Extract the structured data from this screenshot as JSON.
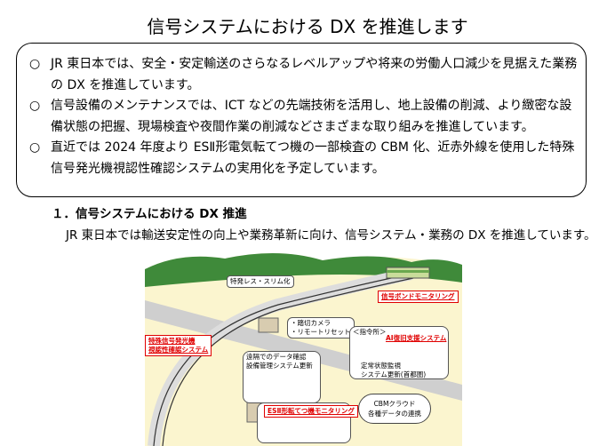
{
  "title": "信号システムにおける DX を推進します",
  "bullets": [
    {
      "mark": "○",
      "text": "JR 東日本では、安全・安定輸送のさらなるレベルアップや将来の労働人口減少を見据えた業務の DX を推進しています。"
    },
    {
      "mark": "○",
      "text": "信号設備のメンテナンスでは、ICT などの先端技術を活用し、地上設備の削減、より緻密な設備状態の把握、現場検査や夜間作業の削減などさまざまな取り組みを推進しています。"
    },
    {
      "mark": "○",
      "text": "直近では 2024 年度より ESⅡ形電気転てつ機の一部検査の CBM 化、近赤外線を使用した特殊信号発光機視認性確認システムの実用化を予定しています。"
    }
  ],
  "section": {
    "heading": "１．信号システムにおける DX 推進",
    "body": "JR 東日本では輸送安定性の向上や業務革新に向け、信号システム・業務の DX を推進しています。"
  },
  "figure": {
    "slim": "特発レス・スリム化",
    "bond": "信号ボンドモニタリング",
    "camera": "・踏切カメラ\n・リモートリセット",
    "special": "特殊信号発光機\n視認性確認システム",
    "remote": "遠隔でのデータ確認\n設備管理システム更新",
    "command": "＜指令所＞",
    "ai": "AI復旧支援システム",
    "monitor": "定常状態監視\nシステム更新(首都圏)",
    "es2": "ESⅡ形転てつ機モニタリング",
    "cloud": "CBMクラウド\n各種データの連携"
  }
}
